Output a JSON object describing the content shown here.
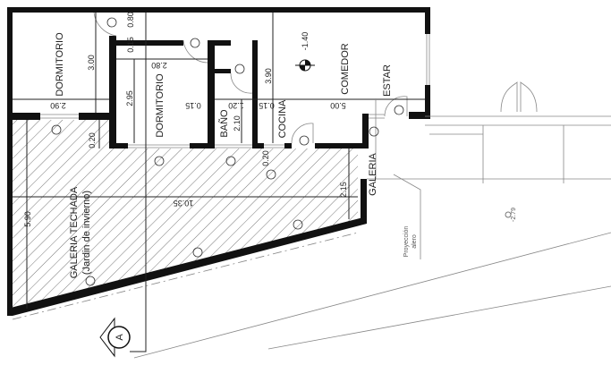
{
  "plan": {
    "rooms": {
      "dormitorio1": "DORMITORIO",
      "dormitorio2": "DORMITORIO",
      "bano": "BAÑO",
      "cocina": "COCINA",
      "comedor": "COMEDOR",
      "estar": "ESTAR",
      "galeria": "GALERIA",
      "galeria_techada": "GALERIA TECHADA",
      "jardin": "(Jardin de invierno)"
    },
    "dimensions": {
      "d300": "3.00",
      "d080": "0.80",
      "d015a": "0.15",
      "d280": "2.80",
      "d295": "2.95",
      "d015b": "0.15",
      "d120": "1.20",
      "d210": "2.10",
      "d015c": "0.15",
      "d390": "3.90",
      "d290": "2.90",
      "d020a": "0.20",
      "d020b": "0.20",
      "d500": "5.00",
      "d215": "2.15",
      "d1035": "10.35",
      "d590": "5.90"
    },
    "level_comedor": "-1.40",
    "level_exterior": "-2.79",
    "note_alero_1": "Proyección",
    "note_alero_2": "alero",
    "section_marker": "A",
    "colors": {
      "walls": "#111111",
      "hatch": "#555555"
    }
  }
}
